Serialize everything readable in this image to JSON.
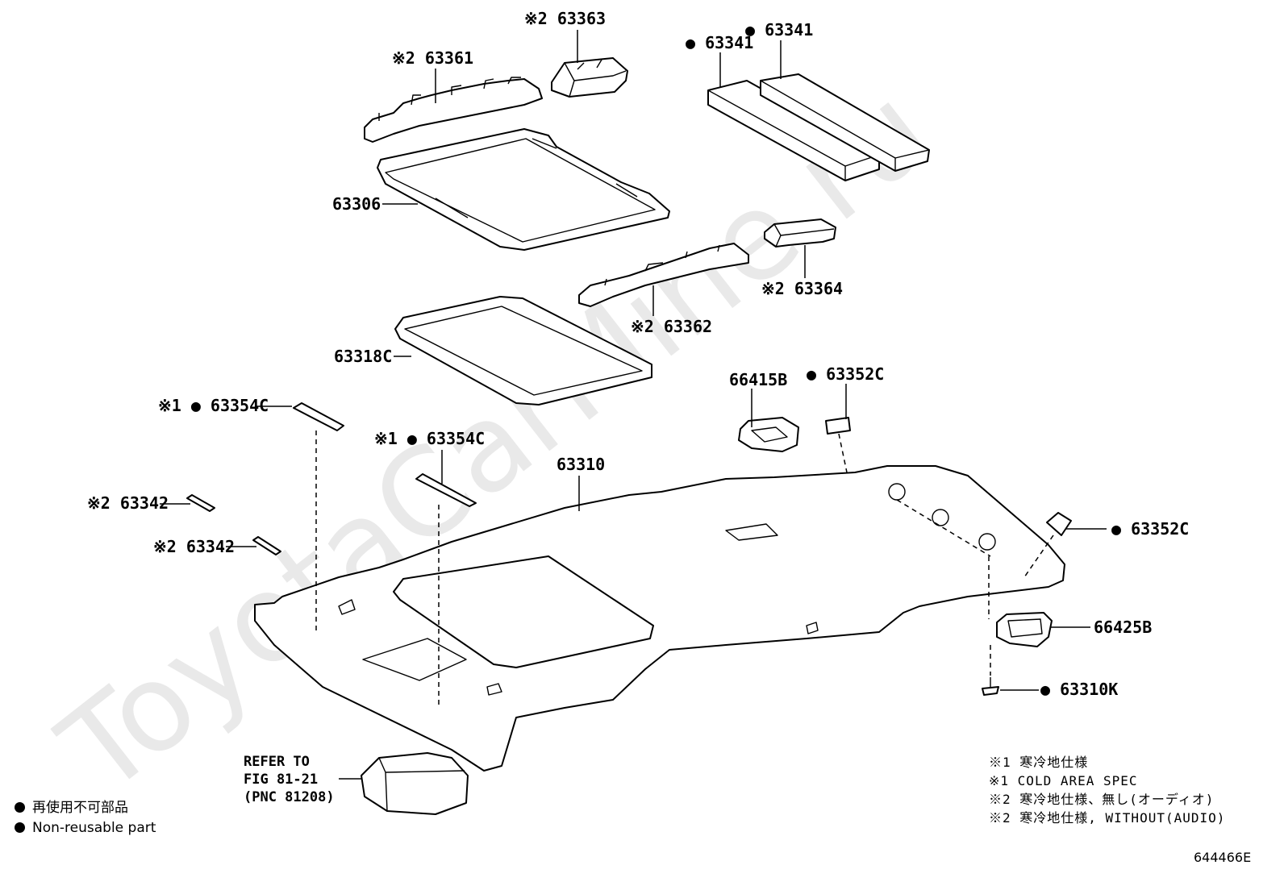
{
  "watermark": "ToyotaCarMine.ru",
  "labels": {
    "p63363": "※2 63363",
    "p63361": "※2 63361",
    "p63341a": "● 63341",
    "p63341b": "● 63341",
    "p63306": "63306",
    "p63364": "※2 63364",
    "p63362": "※2 63362",
    "p63318c": "63318C",
    "p66415b": "66415B",
    "p63352c_top": "● 63352C",
    "p63354c_left": "※1 ● 63354C",
    "p63354c_mid": "※1 ● 63354C",
    "p63310": "63310",
    "p63342a": "※2 63342",
    "p63342b": "※2 63342",
    "p63352c_right": "● 63352C",
    "p66425b": "66425B",
    "p63310k": "● 63310K",
    "refer_line1": "REFER TO",
    "refer_line2": "FIG 81-21",
    "refer_line3": "(PNC 81208)"
  },
  "legend": {
    "jp": "再使用不可部品",
    "en": "Non-reusable part"
  },
  "notes": [
    "※1 寒冷地仕様",
    "※1 COLD AREA SPEC",
    "※2 寒冷地仕様、無し(オーディオ)",
    "※2 寒冷地仕様, WITHOUT(AUDIO)"
  ],
  "figure_id": "644466E"
}
